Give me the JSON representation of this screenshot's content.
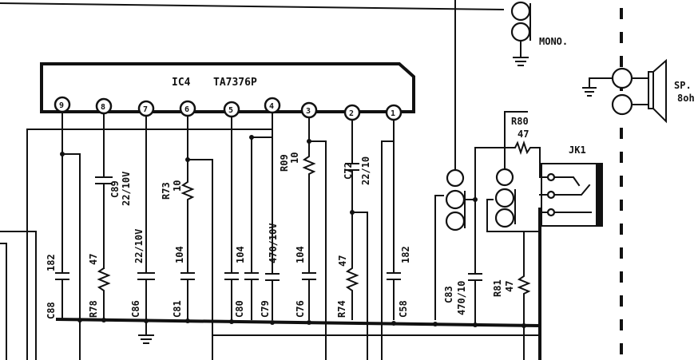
{
  "ic": {
    "ref": "IC4",
    "part": "TA7376P",
    "pins": [
      "9",
      "8",
      "7",
      "6",
      "5",
      "4",
      "3",
      "2",
      "1"
    ]
  },
  "labels": {
    "mono": "MONO.",
    "speaker": "SP.",
    "speaker_ohm": "8oh",
    "jack": "JK1"
  },
  "components": [
    {
      "ref": "C88",
      "value": "182"
    },
    {
      "ref": "R78",
      "value": "47"
    },
    {
      "ref": "C89",
      "value": "22/10V"
    },
    {
      "ref": "C86",
      "value": "22/10V"
    },
    {
      "ref": "C81",
      "value": "104"
    },
    {
      "ref": "R73",
      "value": "10"
    },
    {
      "ref": "C80",
      "value": "104"
    },
    {
      "ref": "C79",
      "value": "470/10V"
    },
    {
      "ref": "R09",
      "value": "10"
    },
    {
      "ref": "C76",
      "value": "104"
    },
    {
      "ref": "C72",
      "value": "22/10"
    },
    {
      "ref": "R74",
      "value": "47"
    },
    {
      "ref": "C58",
      "value": "182"
    },
    {
      "ref": "C83",
      "value": "470/10"
    },
    {
      "ref": "R81",
      "value": "47"
    },
    {
      "ref": "R80",
      "value": "47"
    }
  ]
}
